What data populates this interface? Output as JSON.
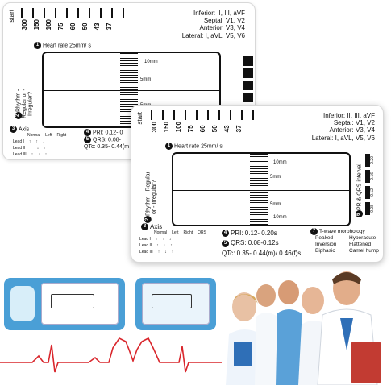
{
  "scale": {
    "start": "start",
    "numbers": [
      "300",
      "150",
      "100",
      "75",
      "60",
      "50",
      "43",
      "37"
    ]
  },
  "heart_rate": {
    "num": "1",
    "label": "Heart rate 25mm/ s"
  },
  "leads": {
    "line1": "Inferior: II, III, aVF",
    "line2": "Septal: V1, V2",
    "line3": "Anterior: V3, V4",
    "line4": "Lateral: I, aVL, V5, V6"
  },
  "rhythm": {
    "num": "2",
    "text": "Rhythm - Regular or - Irregular?"
  },
  "window": {
    "mm10": "10mm",
    "mm5": "5mm"
  },
  "axis": {
    "num": "3",
    "title": "Axis",
    "normal": "Normal",
    "left": "Left",
    "right": "Right",
    "qrs": "QRS",
    "leads": [
      "Lead I",
      "Lead II",
      "Lead III"
    ],
    "arrows": [
      [
        "↑",
        "↑",
        "↓"
      ],
      [
        "↑",
        "↓",
        "↑"
      ],
      [
        "↑",
        "↓",
        "↑"
      ]
    ]
  },
  "intervals": {
    "pri_num": "4",
    "pri": "PRI: 0.12- 0.20s",
    "qrs_num": "5",
    "qrs": "QRS: 0.08-0.12s",
    "qtc": "QTc: 0.35- 0.44(m)/ 0.46(f)s",
    "pri_short": "PRI: 0.12- 0",
    "qrs_short": "QRS: 0.08-",
    "qtc_short": "QTc: 0.35- 0.44(m"
  },
  "pr_qrs": {
    "num": "6",
    "text": "PR & QRS interval",
    "values": [
      "0.20",
      "0.16",
      "0.12",
      "0.08"
    ]
  },
  "twave": {
    "num": "7",
    "title": "T-wave morphology",
    "items": [
      "Peaked",
      "Hyperacute",
      "Inversion",
      "Flattened",
      "Biphasic",
      "Camel hump"
    ],
    "bullet": "-"
  },
  "colors": {
    "card_blue": "#4a9fd6",
    "ecg_red": "#d9262c"
  }
}
